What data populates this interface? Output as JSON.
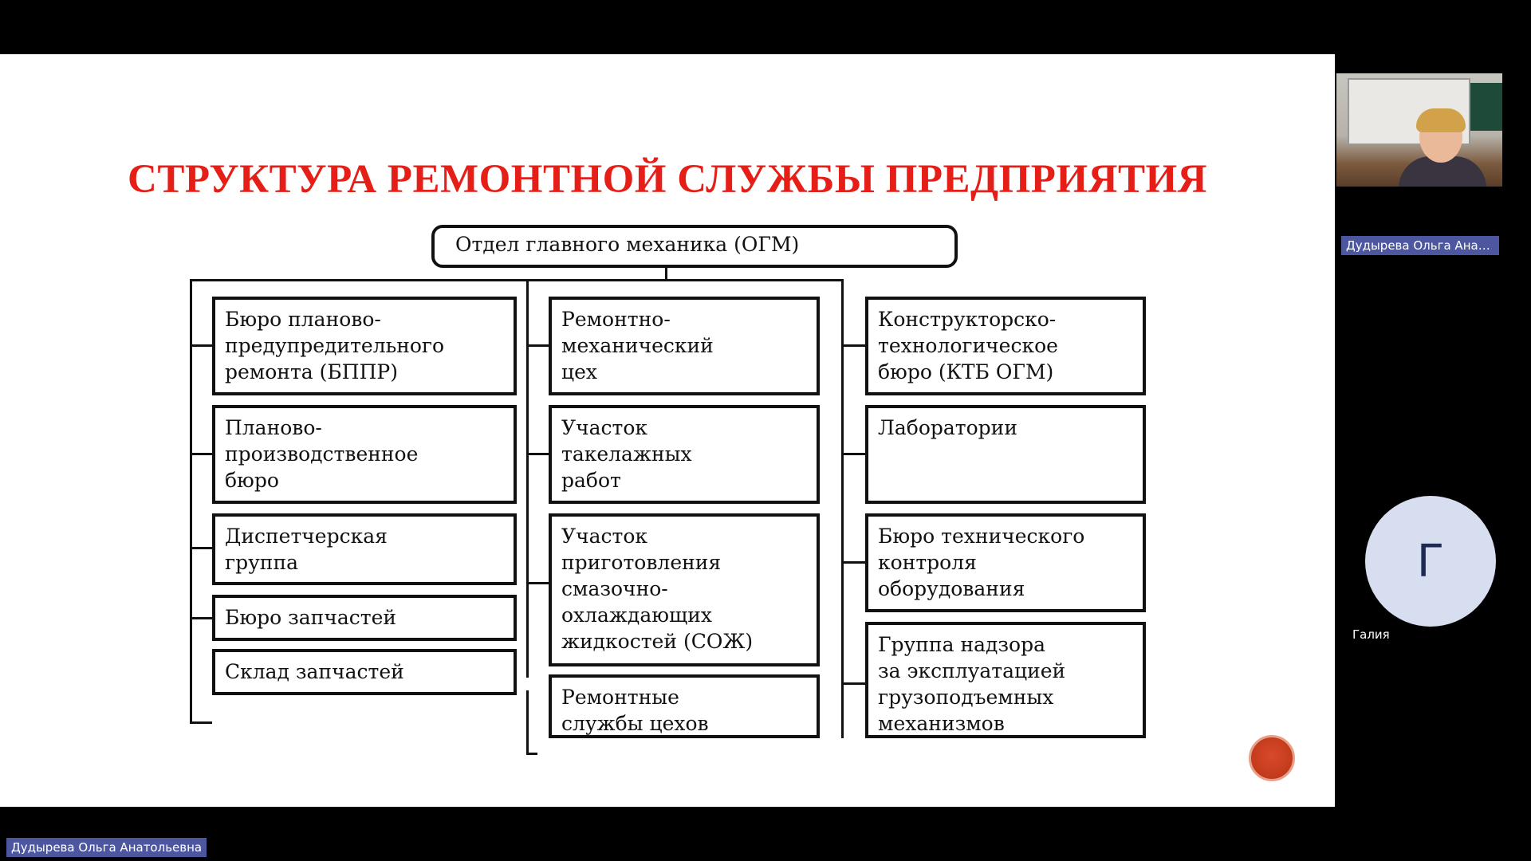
{
  "slide": {
    "title": "СТРУКТУРА РЕМОНТНОЙ СЛУЖБЫ ПРЕДПРИЯТИЯ",
    "root": "Отдел главного механика (ОГМ)",
    "col1": [
      "Бюро планово-\nпредупредительного\nремонта (БППР)",
      "Планово-\nпроизводственное\nбюро",
      "Диспетчерская\nгруппа",
      "Бюро запчастей",
      "Склад запчастей"
    ],
    "col2": [
      "Ремонтно-\nмеханический\nцех",
      "Участок\nтакелажных\nработ",
      "Участок\nприготовления\nсмазочно-\nохлаждающих\nжидкостей (СОЖ)",
      "Ремонтные\nслужбы цехов"
    ],
    "col3": [
      "Конструкторско-\nтехнологическое\nбюро (КТБ ОГМ)",
      "Лаборатории",
      "Бюро технического\nконтроля\nоборудования",
      "Группа надзора\nза эксплуатацией\nгрузоподъемных\nмеханизмов"
    ]
  },
  "participants": {
    "speaker_tag": "Дудырева Ольга Анатоль...",
    "avatar_letter": "Г",
    "avatar_name": "Галия",
    "presenter_tag": "Дудырева Ольга Анатольевна"
  },
  "colors": {
    "title_red": "#e51f17",
    "name_tag_bg": "#4c57a0",
    "avatar_bg": "#d7def0",
    "play_button": "#c23a1c"
  }
}
